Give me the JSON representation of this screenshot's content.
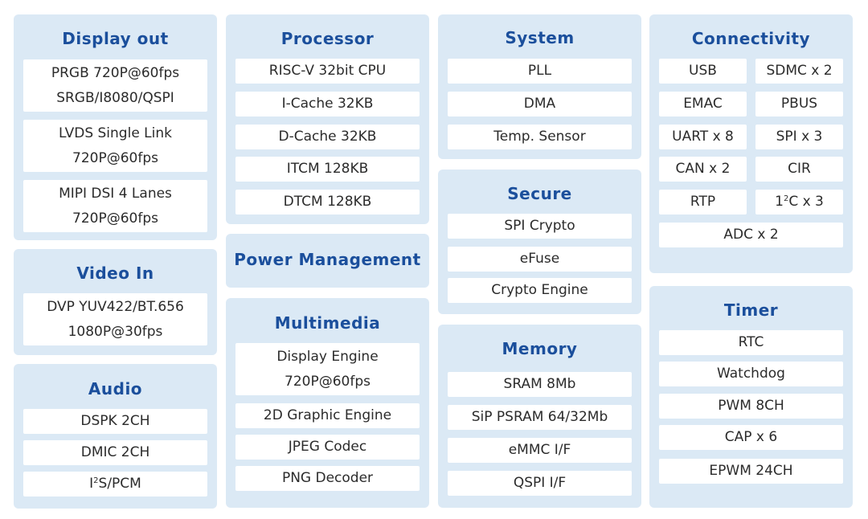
{
  "display_out": {
    "title": "Display out",
    "items": [
      [
        "PRGB 720P@60fps",
        "SRGB/I8080/QSPI"
      ],
      [
        "LVDS Single Link",
        "720P@60fps"
      ],
      [
        "MIPI DSI 4 Lanes",
        "720P@60fps"
      ]
    ]
  },
  "video_in": {
    "title": "Video In",
    "items": [
      [
        "DVP YUV422/BT.656",
        "1080P@30fps"
      ]
    ]
  },
  "audio": {
    "title": "Audio",
    "items": [
      "DSPK 2CH",
      "DMIC 2CH"
    ],
    "i2s": {
      "pre": "I",
      "sup": "2",
      "post": "S/PCM"
    }
  },
  "processor": {
    "title": "Processor",
    "items": [
      "RISC-V 32bit CPU",
      "I-Cache 32KB",
      "D-Cache 32KB",
      "ITCM 128KB",
      "DTCM 128KB"
    ]
  },
  "power_management": {
    "title": "Power Management"
  },
  "multimedia": {
    "title": "Multimedia",
    "items": [
      [
        "Display Engine",
        "720P@60fps"
      ],
      "2D Graphic Engine",
      "JPEG Codec",
      "PNG Decoder"
    ]
  },
  "system": {
    "title": "System",
    "items": [
      "PLL",
      "DMA",
      "Temp. Sensor"
    ]
  },
  "secure": {
    "title": "Secure",
    "items": [
      "SPI Crypto",
      "eFuse",
      "Crypto Engine"
    ]
  },
  "memory": {
    "title": "Memory",
    "items": [
      "SRAM 8Mb",
      "SiP PSRAM 64/32Mb",
      "eMMC I/F",
      "QSPI I/F"
    ]
  },
  "connectivity": {
    "title": "Connectivity",
    "left": [
      "USB",
      "EMAC",
      "UART x 8",
      "CAN x 2",
      "RTP"
    ],
    "right": [
      "SDMC x 2",
      "PBUS",
      "SPI x 3",
      "CIR"
    ],
    "i2c": {
      "pre": "1",
      "sup": "2",
      "post": "C x 3"
    },
    "full": "ADC x 2"
  },
  "timer": {
    "title": "Timer",
    "items": [
      "RTC",
      "Watchdog",
      "PWM 8CH",
      "CAP x 6",
      "EPWM 24CH"
    ]
  }
}
